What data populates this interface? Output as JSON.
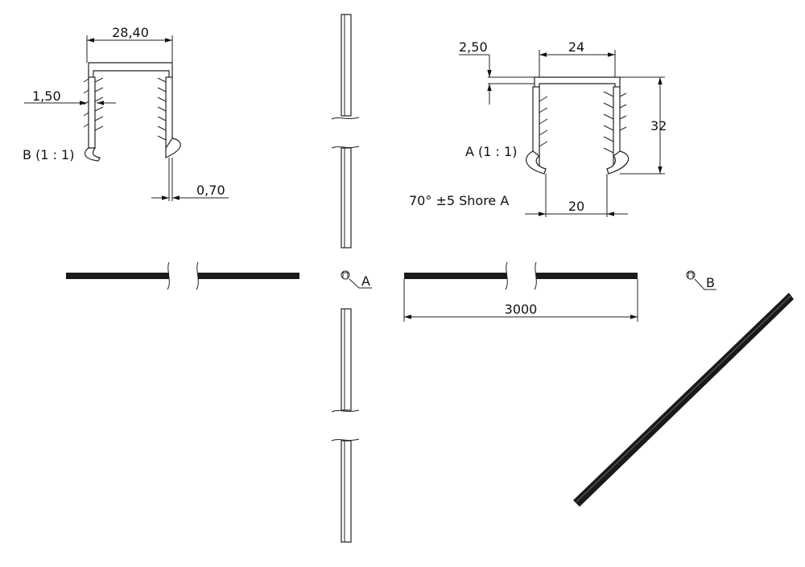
{
  "drawing": {
    "detail_b": {
      "label": "B (1 : 1)",
      "dim_outer_width": "28,40",
      "dim_wall": "1,50",
      "dim_lip": "0,70"
    },
    "detail_a": {
      "label": "A (1 : 1)",
      "dim_thickness": "2,50",
      "dim_inner_width": "24",
      "dim_height": "32",
      "dim_opening": "20"
    },
    "material_note": "70° ±5 Shore A",
    "length_dim": "3000",
    "section_a_tag": "A",
    "section_b_tag": "B",
    "colors": {
      "line": "#222222",
      "profile_fill": "#1a1a1a"
    }
  }
}
